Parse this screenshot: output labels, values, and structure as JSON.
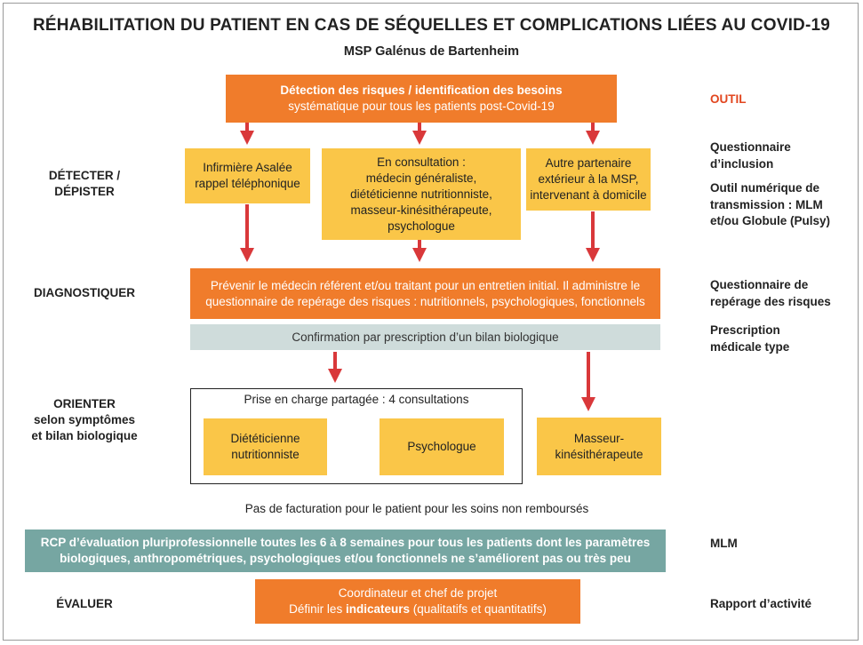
{
  "title": "RÉHABILITATION DU PATIENT EN CAS DE SÉQUELLES ET COMPLICATIONS LIÉES AU COVID-19",
  "subtitle": "MSP Galénus de Bartenheim",
  "top_box": {
    "line1": "Détection des risques / identification des besoins",
    "line2": "systématique pour tous les patients post-Covid-19"
  },
  "stages": {
    "detect": "DÉTECTER / DÉPISTER",
    "diagnose": "DIAGNOSTIQUER",
    "orient": [
      "ORIENTER",
      "selon symptômes",
      "et bilan biologique"
    ],
    "evaluate": "ÉVALUER"
  },
  "detect_boxes": {
    "nurse": [
      "Infirmière Asalée",
      "rappel téléphonique"
    ],
    "consult": [
      "En consultation :",
      "médecin généraliste,",
      "diététicienne nutritionniste,",
      "masseur-kinésithérapeute,",
      "psychologue"
    ],
    "partner": [
      "Autre partenaire",
      "extérieur à la MSP,",
      "intervenant à domicile"
    ]
  },
  "diagnose_box": [
    "Prévenir le médecin référent et/ou traitant pour un entretien initial. Il administre le",
    "questionnaire de repérage des risques : nutritionnels, psychologiques, fonctionnels"
  ],
  "confirmation": "Confirmation par prescription d’un bilan biologique",
  "shared_care": {
    "label": "Prise en charge partagée : 4 consultations",
    "dietitian": [
      "Diététicienne",
      "nutritionniste"
    ],
    "psychologist": "Psychologue"
  },
  "physio": [
    "Masseur-",
    "kinésithérapeute"
  ],
  "no_billing": "Pas de facturation pour le patient pour les soins non remboursés",
  "rcp_box": [
    "RCP d’évaluation pluriprofessionnelle toutes les 6 à 8 semaines pour tous les patients dont les paramètres",
    "biologiques, anthropométriques, psychologiques et/ou fonctionnels ne s’améliorent pas ou très peu"
  ],
  "evaluate_box": {
    "line1": "Coordinateur et chef de projet",
    "line2_prefix": "Définir les ",
    "line2_bold": "indicateurs",
    "line2_suffix": " (qualitatifs et quantitatifs)"
  },
  "tools": {
    "header": "OUTIL",
    "inclusion": [
      "Questionnaire",
      "d’inclusion"
    ],
    "numeric": [
      "Outil numérique de",
      "transmission : MLM",
      "et/ou Globule (Pulsy)"
    ],
    "risk": [
      "Questionnaire de",
      "repérage des risques"
    ],
    "prescription": [
      "Prescription",
      "médicale type"
    ],
    "mlm": "MLM",
    "report": "Rapport d’activité"
  },
  "colors": {
    "orange": "#f07c2b",
    "yellow": "#fac648",
    "grey": "#cfdcdb",
    "teal": "#76a6a2",
    "arrow": "#d9383a",
    "outil": "#e2461f"
  }
}
